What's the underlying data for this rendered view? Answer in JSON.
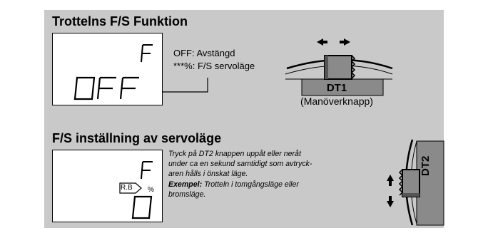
{
  "section1": {
    "title": "Trottelns F/S Funktion",
    "lcd_top": "F",
    "lcd_main": "OFF",
    "legend": [
      "OFF: Avstängd",
      "***%: F/S servoläge"
    ],
    "knob_label": "DT1",
    "knob_caption": "(Manöverknapp)"
  },
  "section2": {
    "title": "F/S inställning av servoläge",
    "lcd_top": "F",
    "badge": "R.B",
    "percent": "%",
    "lcd_value": "0",
    "description_lines": [
      "Tryck på DT2 knappen uppåt eller neråt",
      "under ca en sekund samtidigt som avtryck-",
      "aren hålls i önskat läge."
    ],
    "example_label": "Exempel:",
    "example_lines": [
      "Trotteln i tomgångsläge eller",
      "bromsläge."
    ],
    "knob_label": "DT2"
  }
}
